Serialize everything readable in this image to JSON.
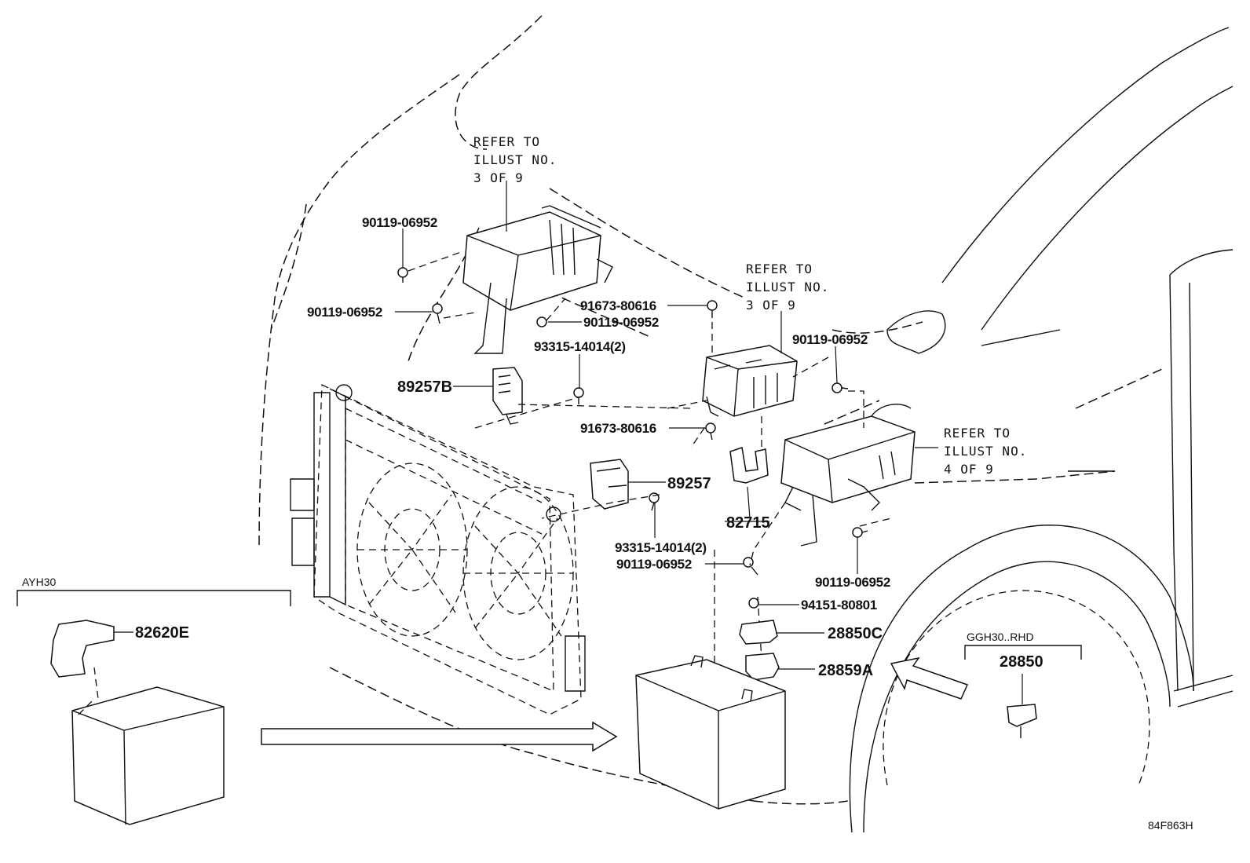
{
  "refer_notes": {
    "top_left": [
      "REFER TO",
      "ILLUST NO.",
      "3 OF 9"
    ],
    "middle": [
      "REFER TO",
      "ILLUST NO.",
      "3 OF 9"
    ],
    "right": [
      "REFER TO",
      "ILLUST NO.",
      "4 OF 9"
    ]
  },
  "parts": {
    "p90119_a": "90119-06952",
    "p90119_b": "90119-06952",
    "p91673_a": "91673-80616",
    "p90119_c": "90119-06952",
    "p93315_a": "93315-14014(2)",
    "p89257B": "89257B",
    "p91673_b": "91673-80616",
    "p90119_d": "90119-06952",
    "p89257": "89257",
    "p82715": "82715",
    "p93315_b": "93315-14014(2)",
    "p90119_e": "90119-06952",
    "p90119_f": "90119-06952",
    "p94151": "94151-80801",
    "p28850C": "28850C",
    "p28859A": "28859A",
    "p82620E": "82620E",
    "p28850": "28850"
  },
  "variants": {
    "left": "AYH30",
    "right": "GGH30..RHD"
  },
  "illustration_code": "84F863H"
}
